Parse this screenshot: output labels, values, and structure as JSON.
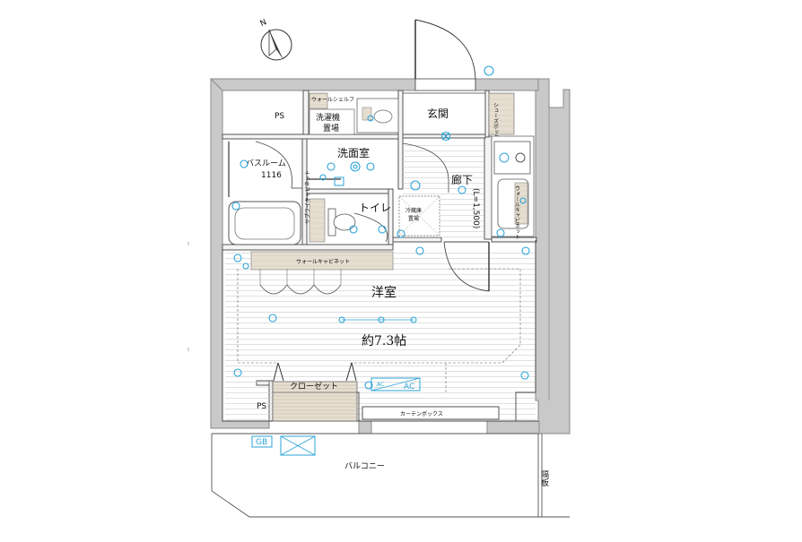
{
  "compass": {
    "label": "N"
  },
  "rooms": {
    "western_room": "洋室",
    "western_room_size": "約7.3帖",
    "washroom": "洗面室",
    "bathroom": "バスルーム",
    "bathroom_size": "1116",
    "toilet": "トイレ",
    "entrance": "玄関",
    "corridor": "廊下",
    "corridor_note": "(L=1,500)",
    "ps_top": "PS",
    "ps_bottom": "PS",
    "balcony": "バルコニー",
    "partition": "隔板"
  },
  "fixtures": {
    "shoe_box": "シューズボックス",
    "washer_space_1": "洗濯機",
    "washer_space_2": "置場",
    "wall_shelf": "ウォールシェルフ",
    "fridge_space_1": "冷蔵庫",
    "fridge_space_2": "置場",
    "wall_cabinet": "ウォールキャビネット",
    "wall_cabinet_right": "ウォールキャビネット",
    "supply_cabinet": "サプライキャビネット",
    "closet": "クローゼット",
    "curtain_box": "カーテンボックス",
    "gb": "GB",
    "ac": "AC",
    "ac_sub": "AC"
  },
  "colors": {
    "wall": "#c9c9c9",
    "wall_outline": "#8a8a8a",
    "fixture_fill": "#e6ded0",
    "electric_symbols": "#2aa3d8",
    "floor_lines": "#d8d8d8"
  }
}
